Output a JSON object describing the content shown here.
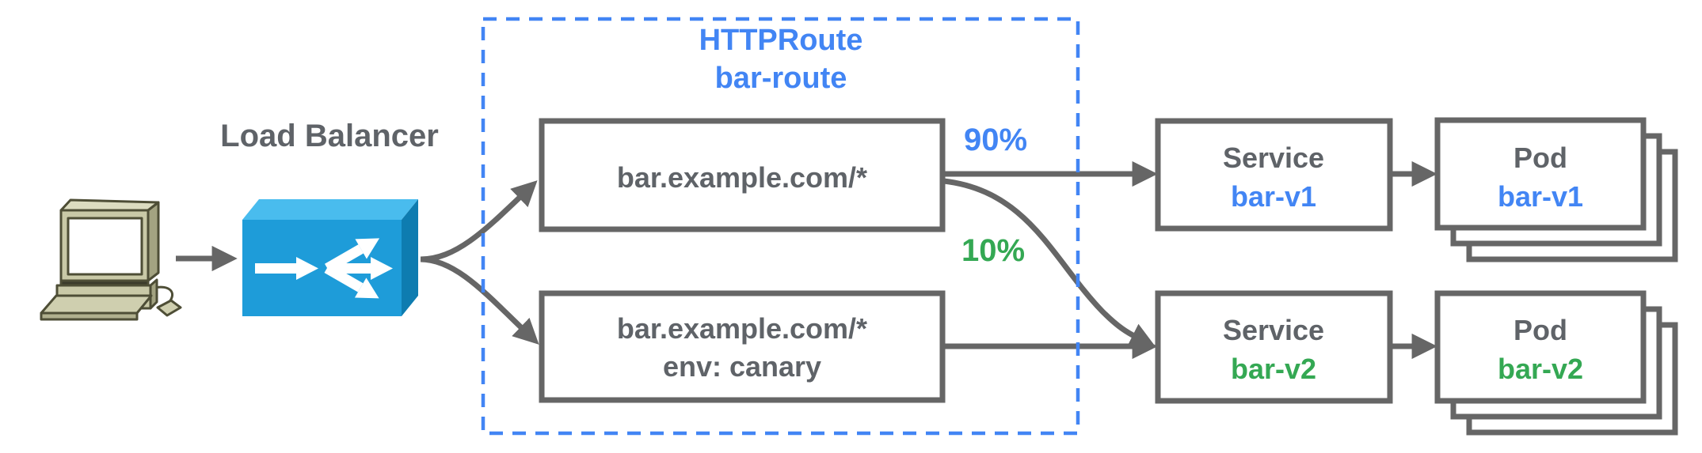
{
  "colors": {
    "blue": "#4285F4",
    "green": "#34A853",
    "gray_text": "#5F6368",
    "gray_stroke": "#666666"
  },
  "load_balancer": {
    "label": "Load Balancer"
  },
  "httproute": {
    "title": "HTTPRoute",
    "name": "bar-route",
    "rules": [
      {
        "host": "bar.example.com/*"
      },
      {
        "host": "bar.example.com/*",
        "header_match": "env: canary"
      }
    ]
  },
  "traffic_split": [
    {
      "label": "90%",
      "color": "#4285F4"
    },
    {
      "label": "10%",
      "color": "#34A853"
    }
  ],
  "backends": [
    {
      "service_kind": "Service",
      "service_name": "bar-v1",
      "pod_kind": "Pod",
      "pod_name": "bar-v1",
      "accent": "#4285F4"
    },
    {
      "service_kind": "Service",
      "service_name": "bar-v2",
      "pod_kind": "Pod",
      "pod_name": "bar-v2",
      "accent": "#34A853"
    }
  ]
}
